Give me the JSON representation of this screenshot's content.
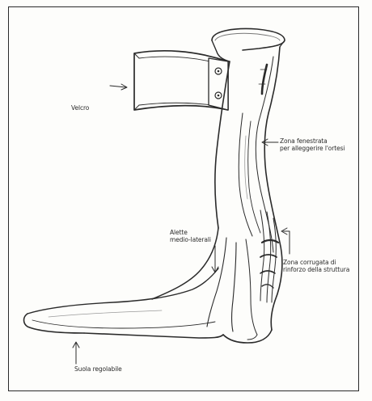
{
  "figure": {
    "labels": {
      "velcro": "Velcro",
      "zona_fenestrata": "Zona fenestrata\nper alleggerire l'ortesi",
      "alette": "Alette\nmedio-laterali",
      "zona_corrugata": "Zona corrugata di\nrinforzo della struttura",
      "suola": "Suola regolabile"
    },
    "colors": {
      "ink": "#2a2a2a",
      "paper": "#fdfdfb",
      "shade": "#9a9a9a"
    }
  }
}
